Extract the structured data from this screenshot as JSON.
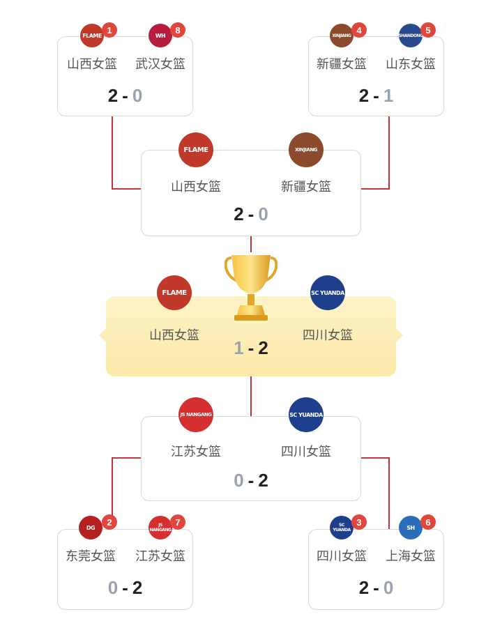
{
  "semis": {
    "top_left": {
      "team1": {
        "name": "山西女篮",
        "seed": "1",
        "logo_text": "FLAME",
        "logo_color": "#c0392b"
      },
      "team2": {
        "name": "武汉女篮",
        "seed": "8",
        "logo_text": "WH",
        "logo_color": "#b71c3c"
      },
      "score1": "2",
      "score2": "0"
    },
    "top_right": {
      "team1": {
        "name": "新疆女篮",
        "seed": "4",
        "logo_text": "XINJIANG",
        "logo_color": "#8b4a2b"
      },
      "team2": {
        "name": "山东女篮",
        "seed": "5",
        "logo_text": "SHANDONG",
        "logo_color": "#2a4a8f"
      },
      "score1": "2",
      "score2": "1"
    },
    "bottom_left": {
      "team1": {
        "name": "东莞女篮",
        "seed": "2",
        "logo_text": "DG",
        "logo_color": "#b52020"
      },
      "team2": {
        "name": "江苏女篮",
        "seed": "7",
        "logo_text": "JS NANGANG",
        "logo_color": "#d62f2f"
      },
      "score1": "0",
      "score2": "2"
    },
    "bottom_right": {
      "team1": {
        "name": "四川女篮",
        "seed": "3",
        "logo_text": "SC YUANDA",
        "logo_color": "#1d3f8c"
      },
      "team2": {
        "name": "上海女篮",
        "seed": "6",
        "logo_text": "SH",
        "logo_color": "#2c6db8"
      },
      "score1": "2",
      "score2": "0"
    }
  },
  "semifinal_top": {
    "team1": {
      "name": "山西女篮",
      "logo_text": "FLAME",
      "logo_color": "#c0392b"
    },
    "team2": {
      "name": "新疆女篮",
      "logo_text": "XINJIANG",
      "logo_color": "#8b4a2b"
    },
    "score1": "2",
    "score2": "0"
  },
  "semifinal_bottom": {
    "team1": {
      "name": "江苏女篮",
      "logo_text": "JS NANGANG",
      "logo_color": "#d62f2f"
    },
    "team2": {
      "name": "四川女篮",
      "logo_text": "SC YUANDA",
      "logo_color": "#1d3f8c"
    },
    "score1": "0",
    "score2": "2"
  },
  "final": {
    "team1": {
      "name": "山西女篮",
      "logo_text": "FLAME",
      "logo_color": "#c0392b"
    },
    "team2": {
      "name": "四川女篮",
      "logo_text": "SC YUANDA",
      "logo_color": "#1d3f8c"
    },
    "score1": "1",
    "score2": "2"
  },
  "colors": {
    "connector": "#c8313a",
    "seed_badge": "#e0463c",
    "loser_score": "#9aa3ad"
  }
}
